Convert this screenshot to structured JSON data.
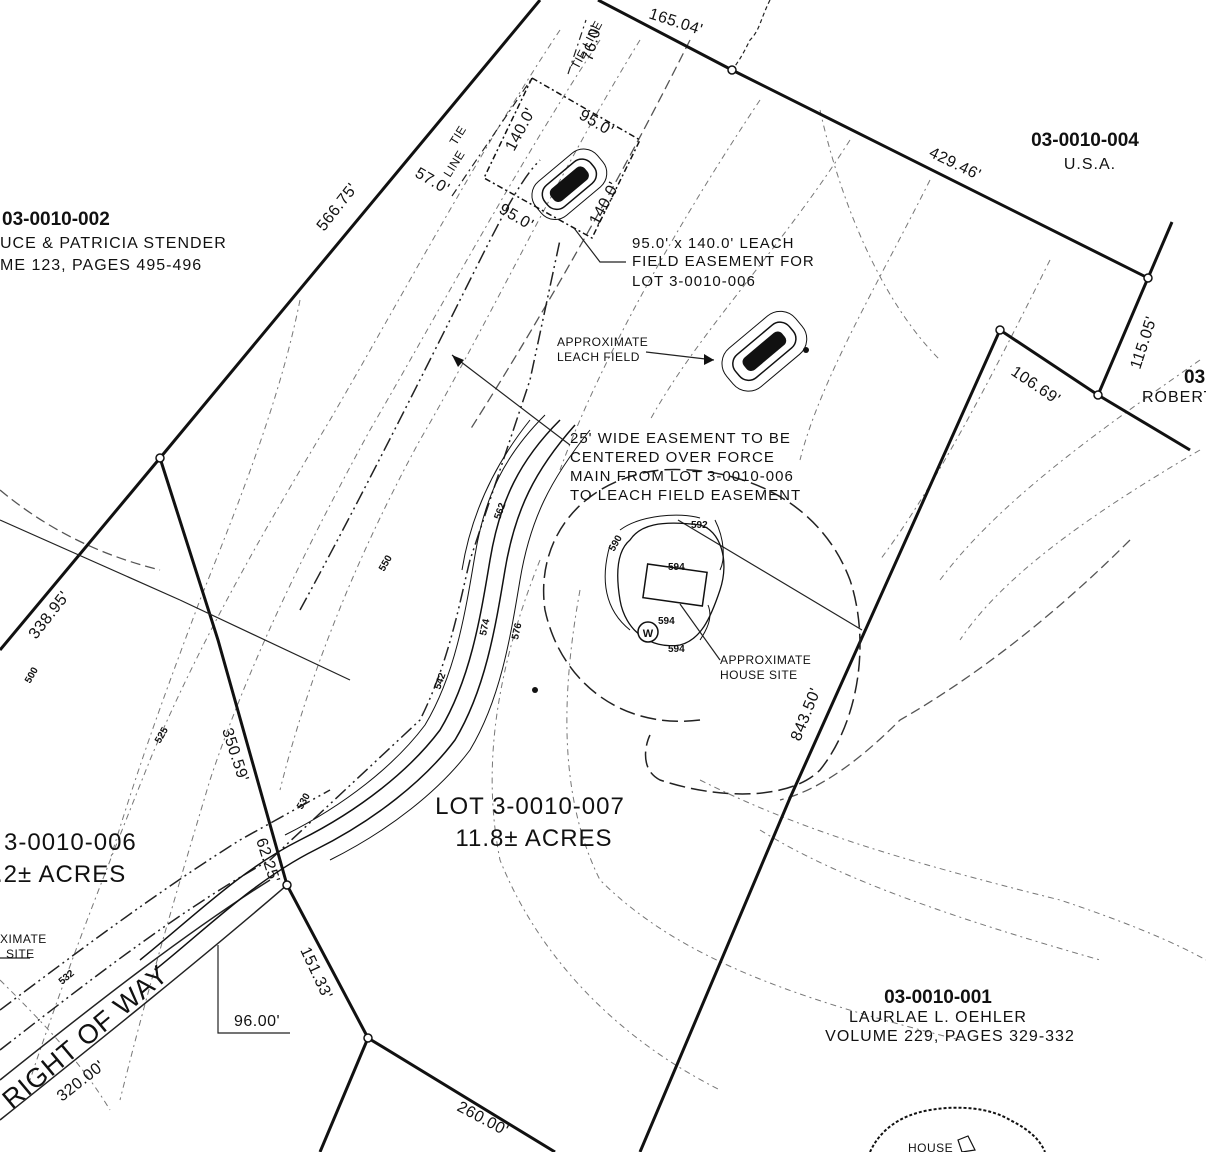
{
  "lot": {
    "name": "LOT 3-0010-007",
    "area": "11.8± ACRES"
  },
  "adjacent_lots": {
    "lot_002": {
      "id": "03-0010-002",
      "owner": "UCE & PATRICIA STENDER",
      "volume": "ME 123, PAGES 495-496"
    },
    "lot_004": {
      "id": "03-0010-004",
      "owner": "U.S.A."
    },
    "lot_003": {
      "id": "03",
      "owner": "ROBERT"
    },
    "lot_001": {
      "id": "03-0010-001",
      "owner": "LAURLAE L. OEHLER",
      "volume": "VOLUME 229, PAGES 329-332"
    },
    "lot_006": {
      "id": "3-0010-006",
      "area": ".2± ACRES"
    }
  },
  "notes": {
    "leach_easement": [
      "95.0' x 140.0' LEACH",
      "FIELD EASEMENT FOR",
      "LOT 3-0010-006"
    ],
    "approx_leach": [
      "APPROXIMATE",
      "LEACH FIELD"
    ],
    "wide_easement": [
      "25' WIDE EASEMENT TO BE",
      "CENTERED OVER FORCE",
      "MAIN FROM LOT 3-0010-006",
      "TO LEACH FIELD EASEMENT"
    ],
    "approx_house": [
      "APPROXIMATE",
      "HOUSE SITE"
    ],
    "approx_site_left": [
      "XIMATE",
      "SITE"
    ],
    "tie_line_1": "TIE LINE",
    "tie_line_2": [
      "TIE",
      "LINE"
    ],
    "right_of_way": "RIGHT OF WAY",
    "house": "HOUSE"
  },
  "dimensions": {
    "d165": "165.04'",
    "d76": "76.0'",
    "d566": "566.75'",
    "d429": "429.46'",
    "d115": "115.05'",
    "d106": "106.69'",
    "d95a": "95.0'",
    "d95b": "95.0'",
    "d140a": "140.0'",
    "d140b": "140.0'",
    "d57": "57.0'",
    "d338": "338.95'",
    "d350": "350.59'",
    "d62": "62.25'",
    "d151": "151.33'",
    "d96": "96.00'",
    "d320": "320.00'",
    "d260": "260.00'",
    "d843": "843.50'"
  },
  "contour_labels": {
    "c500": "500",
    "c525": "525",
    "c550": "550",
    "c542": "542",
    "c574": "574",
    "c576": "576",
    "c562": "562",
    "c592": "592",
    "c594a": "594",
    "c594b": "594",
    "c594c": "594",
    "c590": "590",
    "c530": "530",
    "c532": "532"
  },
  "well_symbol": "W"
}
